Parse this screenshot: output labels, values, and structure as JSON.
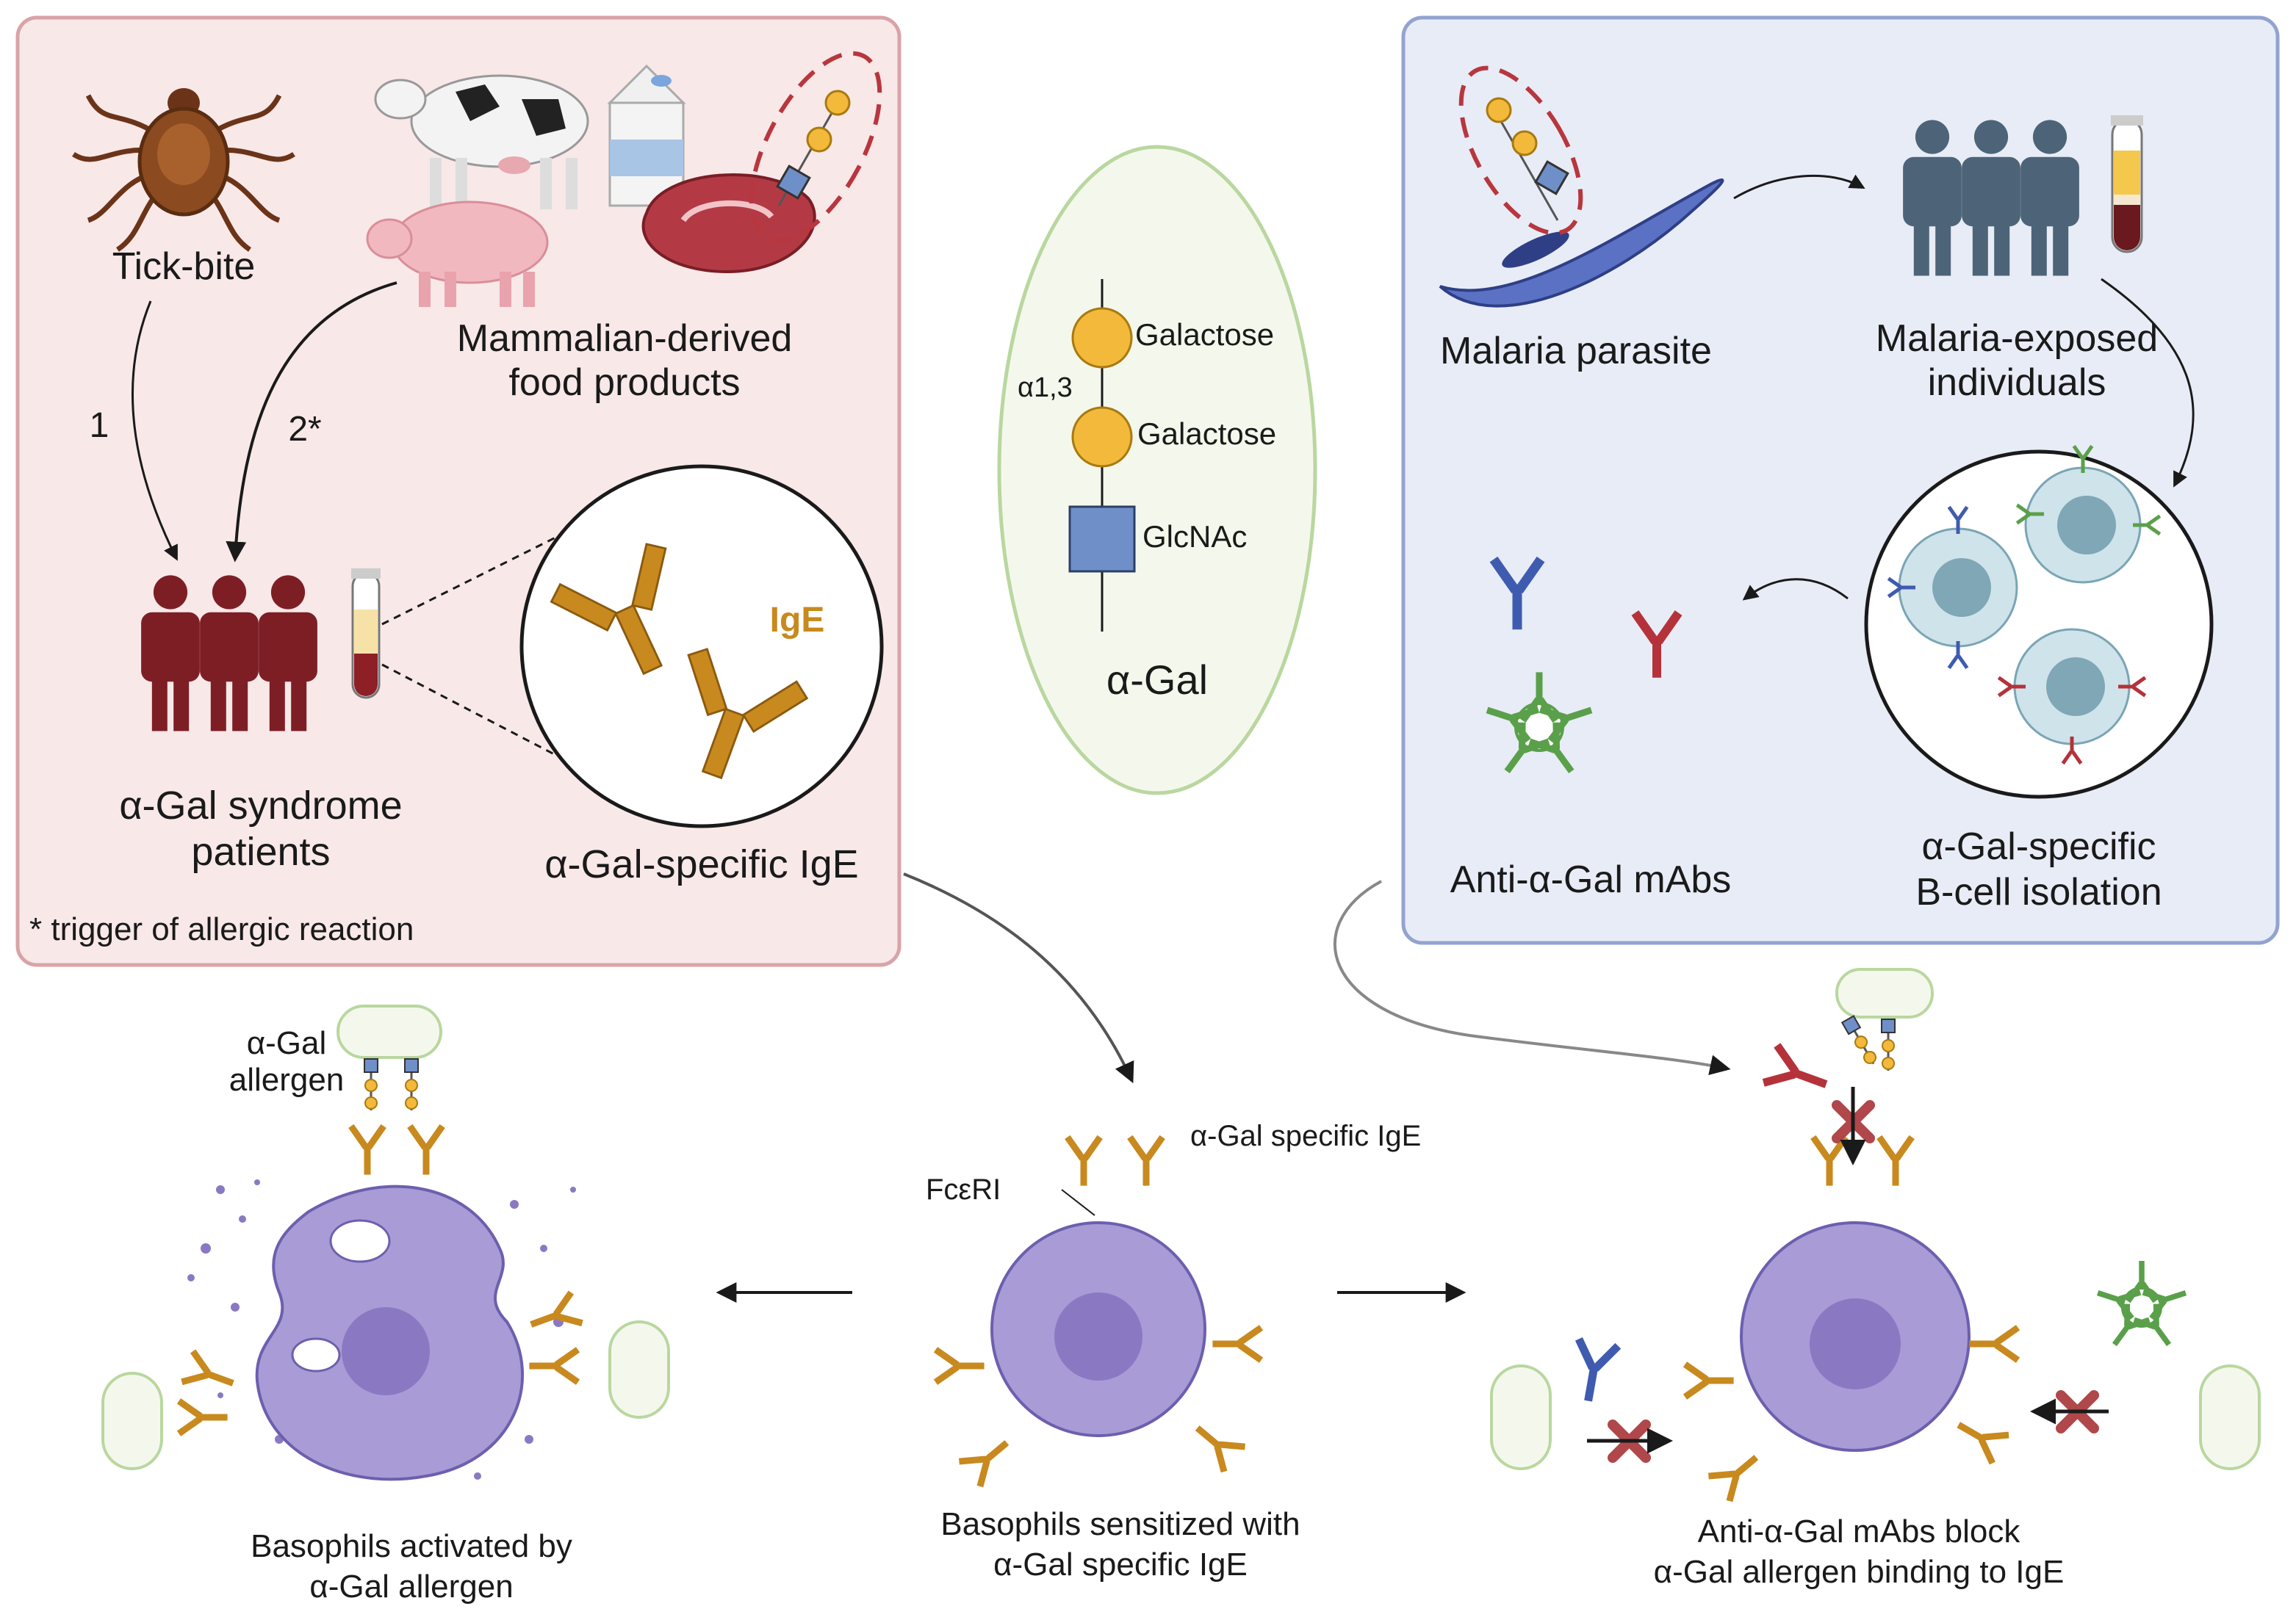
{
  "left_panel": {
    "tick_label": "Tick-bite",
    "food_label_1": "Mammalian-derived",
    "food_label_2": "food products",
    "arrow_1": "1",
    "arrow_2": "2*",
    "patients_1": "α-Gal syndrome",
    "patients_2": "patients",
    "ige_in_circle": "IgE",
    "ige_caption": "α-Gal-specific IgE",
    "footnote": "* trigger of allergic reaction"
  },
  "center_panel": {
    "galactose_1": "Galactose",
    "linkage": "α1,3",
    "galactose_2": "Galactose",
    "glcnac": "GlcNAc",
    "title": "α-Gal"
  },
  "right_panel": {
    "parasite_label": "Malaria parasite",
    "exposed_1": "Malaria-exposed",
    "exposed_2": "individuals",
    "isolation_1": "α-Gal-specific",
    "isolation_2": "B-cell isolation",
    "mabs_label": "Anti-α-Gal mAbs"
  },
  "bottom": {
    "allergen_1": "α-Gal",
    "allergen_2": "allergen",
    "activated_1": "Basophils activated by",
    "activated_2": "α-Gal allergen",
    "fceri": "FcεRI",
    "specific_ige": "α-Gal specific IgE",
    "sensitized_1": "Basophils sensitized with",
    "sensitized_2": "α-Gal specific IgE",
    "block_1": "Anti-α-Gal mAbs block",
    "block_2": "α-Gal allergen binding to IgE"
  },
  "colors": {
    "left_panel_fill": "#f8e8e8",
    "left_panel_stroke": "#d9a3a8",
    "right_panel_fill": "#e8ecf6",
    "right_panel_stroke": "#93a3d0",
    "ellipse_fill": "#f4f8ec",
    "ellipse_stroke": "#b9d79f",
    "galactose": "#f2b93b",
    "glcnac": "#6f8fc8",
    "ige": "#c8891e",
    "patients": "#7d1e25",
    "individuals": "#4d6478",
    "basophil": "#a99bd6",
    "nucleus": "#8a79c2",
    "mab_blue": "#3f5bb0",
    "mab_red": "#b5323a",
    "mab_green": "#5aa04a",
    "cross": "#b0474a"
  }
}
